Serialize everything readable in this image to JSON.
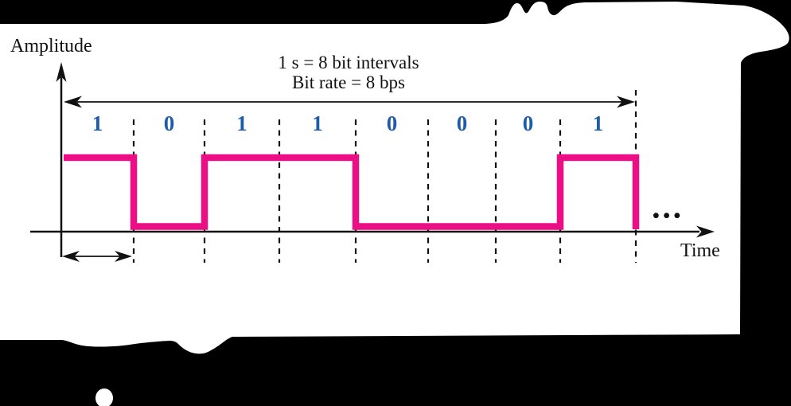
{
  "figure": {
    "y_axis_label": "Amplitude",
    "x_axis_label": "Time",
    "span_caption_line1": "1 s = 8 bit intervals",
    "span_caption_line2": "Bit rate = 8 bps",
    "continuation_ellipsis": "•••"
  },
  "chart_data": {
    "type": "line",
    "subtype": "digital-square-wave",
    "title": "1 s = 8 bit intervals",
    "subtitle": "Bit rate = 8 bps",
    "xlabel": "Time",
    "ylabel": "Amplitude",
    "bits": [
      "1",
      "0",
      "1",
      "1",
      "0",
      "0",
      "0",
      "1"
    ],
    "x_intervals": 8,
    "levels": {
      "1": "high",
      "0": "low"
    }
  },
  "colors": {
    "signal_pink": "#ec0e84",
    "bit_blue": "#1c5ca8",
    "ink": "#111111",
    "background_black": "#000000",
    "canvas_white": "#ffffff"
  }
}
